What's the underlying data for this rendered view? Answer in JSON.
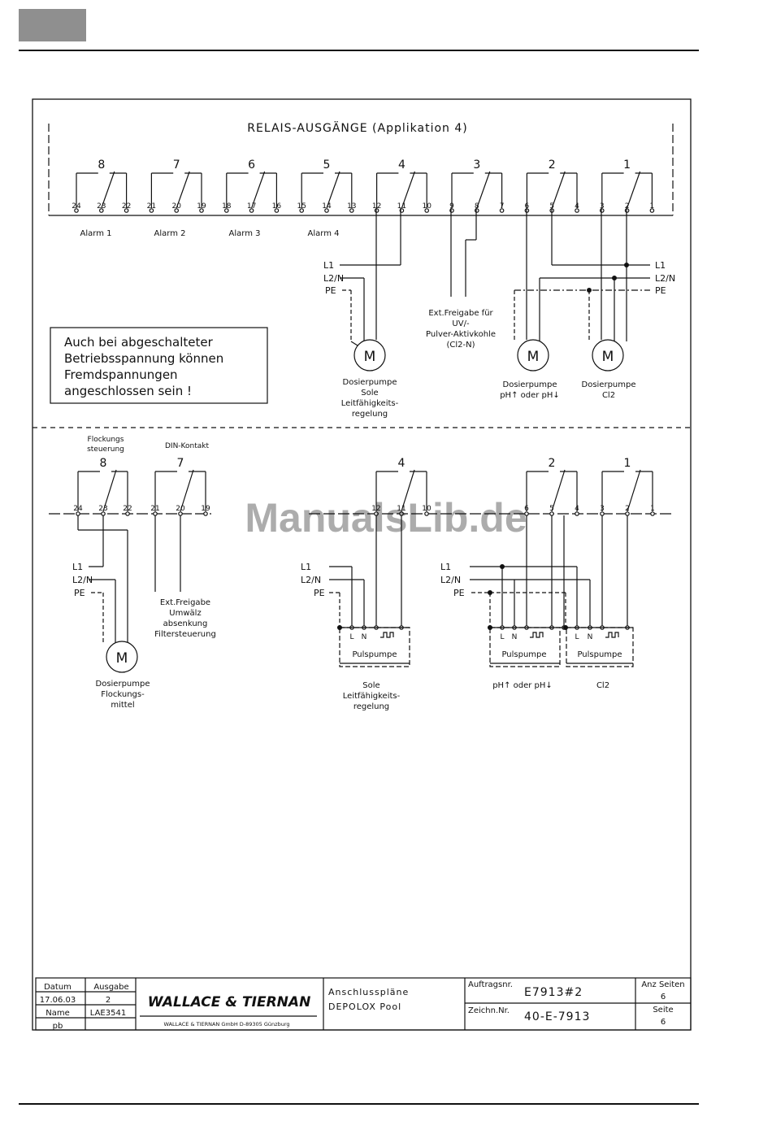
{
  "header": {
    "top_rule": true
  },
  "diagram": {
    "title": "RELAIS-AUSGÄNGE  (Applikation  4)",
    "watermark": "ManualsLib.de",
    "top": {
      "relays": [
        "8",
        "7",
        "6",
        "5",
        "4",
        "3",
        "2",
        "1"
      ],
      "terminals": [
        "24",
        "23",
        "22",
        "21",
        "20",
        "19",
        "18",
        "17",
        "16",
        "15",
        "14",
        "13",
        "12",
        "11",
        "10",
        "9",
        "8",
        "7",
        "6",
        "5",
        "4",
        "3",
        "2",
        "1"
      ],
      "alarms": [
        "Alarm  1",
        "Alarm  2",
        "Alarm  3",
        "Alarm  4"
      ],
      "supply_left": [
        "L1",
        "L2/N",
        "PE"
      ],
      "supply_right": [
        "L1",
        "L2/N",
        "PE"
      ],
      "motor": "M",
      "ext_release": [
        "Ext.Freigabe  für",
        "UV/-",
        "Pulver-Aktivkohle",
        "(Cl2-N)"
      ],
      "pump_sole": [
        "Dosierpumpe",
        "Sole",
        "Leitfähigkeits-",
        "regelung"
      ],
      "pump_ph": [
        "Dosierpumpe",
        "pH↑ oder  pH↓"
      ],
      "pump_cl2": [
        "Dosierpumpe",
        "Cl2"
      ],
      "warning": [
        "Auch  bei  abgeschalteter",
        "Betriebsspannung  können",
        "Fremdspannungen",
        "angeschlossen  sein  !"
      ]
    },
    "bottom": {
      "flock_label": [
        "Flockungs",
        "steuerung"
      ],
      "din_label": "DIN-Kontakt",
      "relays": [
        "8",
        "7",
        "4",
        "2",
        "1"
      ],
      "terminals_left": [
        "24",
        "23",
        "22",
        "21",
        "20",
        "19"
      ],
      "terminals_right": [
        "12",
        "11",
        "10",
        "6",
        "5",
        "4",
        "3",
        "2",
        "1"
      ],
      "supply": [
        "L1",
        "L2/N",
        "PE"
      ],
      "ext_release": [
        "Ext.Freigabe",
        "Umwälz",
        "absenkung",
        "Filtersteuerung"
      ],
      "pump_flock": [
        "Dosierpumpe",
        "Flockungs-",
        "mittel"
      ],
      "pulse_pump": "Pulspumpe",
      "pulse_terms": [
        "L",
        "N"
      ],
      "sole_label": [
        "Sole",
        "Leitfähigkeits-",
        "regelung"
      ],
      "ph_label": "pH↑ oder  pH↓",
      "cl2_label": "Cl2"
    },
    "title_block": {
      "datum_label": "Datum",
      "ausgabe_label": "Ausgabe",
      "datum": "17.06.03",
      "ausgabe": "2",
      "name_label": "Name",
      "name_value": "LAE3541",
      "initials": "pb",
      "company": "WALLACE & TIERNAN",
      "company_sub": "WALLACE  &  TIERNAN  GmbH  D-89305  Günzburg",
      "doc_title_1": "Anschlusspläne",
      "doc_title_2": "DEPOLOX  Pool",
      "auftrag_label": "Auftragsnr.",
      "auftrag": "E7913#2",
      "zeichn_label": "Zeichn.Nr.",
      "zeichn": "40-E-7913",
      "anz_label": "Anz Seiten",
      "anz": "6",
      "seite_label": "Seite",
      "seite": "6"
    }
  }
}
